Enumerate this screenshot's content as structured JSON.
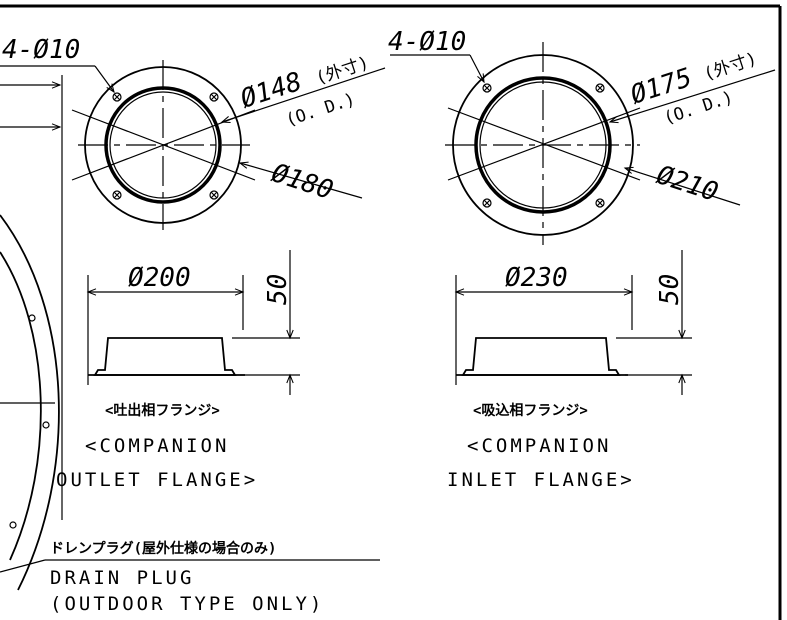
{
  "outlet_flange": {
    "bolt_holes": "4-Ø10",
    "outer_dim": "Ø148",
    "outer_note_jp": "(外寸)",
    "outer_note_en": "(O. D.)",
    "pcd": "Ø180",
    "width": "Ø200",
    "height": "50",
    "caption_jp": "<吐出相フランジ>",
    "caption_en_1": "<COMPANION",
    "caption_en_2": "OUTLET FLANGE>"
  },
  "inlet_flange": {
    "bolt_holes": "4-Ø10",
    "outer_dim": "Ø175",
    "outer_note_jp": "(外寸)",
    "outer_note_en": "(O. D.)",
    "pcd": "Ø210",
    "width": "Ø230",
    "height": "50",
    "caption_jp": "<吸込相フランジ>",
    "caption_en_1": "<COMPANION",
    "caption_en_2": "INLET FLANGE>"
  },
  "drain_plug": {
    "label_jp": "ドレンプラグ(屋外仕様の場合のみ)",
    "label_en_1": "DRAIN PLUG",
    "label_en_2": "(OUTDOOR TYPE ONLY)"
  }
}
